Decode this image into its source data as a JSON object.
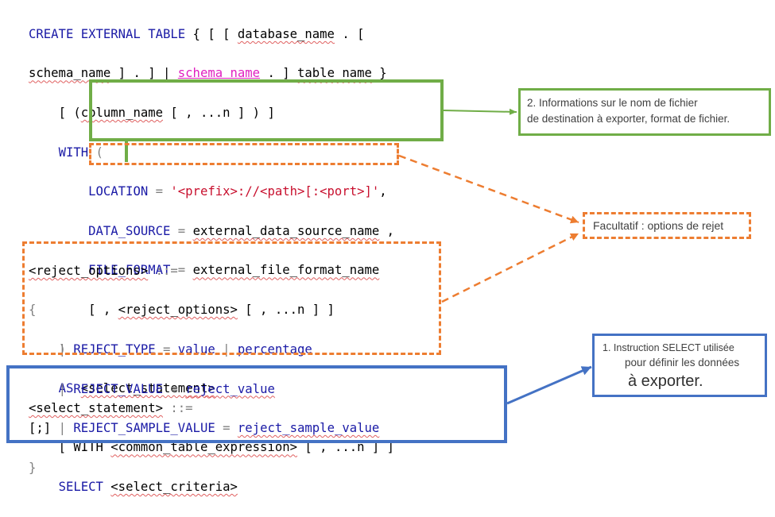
{
  "syntax": {
    "create_external_table": "CREATE EXTERNAL TABLE",
    "brace_open_outer": "{ [ [",
    "database_name": "database_name",
    "dot_bracket": ". [",
    "schema_name_1": "schema_name",
    "dot_close_pipe": "] . ] |",
    "schema_name_2": "schema_name",
    "dot_close": ". ]",
    "table_name": "table_name",
    "brace_close": "}",
    "column_list_open": "[ (",
    "column_name": "column_name",
    "column_list_rest": "[ , ...n ] ) ]",
    "with": "WITH",
    "with_paren": "(",
    "location_kw": "LOCATION",
    "eq": "=",
    "location_value": "'<prefix>://<path>[:<port>]'",
    "comma": ",",
    "data_source_kw": "DATA_SOURCE",
    "data_source_value": "external_data_source_name",
    "file_format_kw": "FILE_FORMAT",
    "file_format_value": "external_file_format_name",
    "reject_open": "[ ,",
    "reject_options_ref": "<reject_options>",
    "reject_rest": "[ , ...n ] ]",
    "close_paren": ")",
    "as_kw": "AS",
    "select_statement_ref": "<select_statement>",
    "terminator": "[;]"
  },
  "reject_block": {
    "header": "<reject_options>",
    "assign": "::=",
    "open": "{",
    "pipe": "|",
    "type_kw": "REJECT_TYPE",
    "type_value": "value",
    "type_value2": "percentage",
    "value_kw": "REJECT_VALUE",
    "value_value": "reject_value",
    "sample_kw": "REJECT_SAMPLE_VALUE",
    "sample_value": "reject_sample_value",
    "close": "}"
  },
  "select_block": {
    "header": "<select_statement>",
    "assign": "::=",
    "with_line_open": "[ WITH",
    "cte": "<common_table_expression>",
    "with_line_rest": "[ , ...n ] ]",
    "select_kw": "SELECT",
    "criteria": "<select_criteria>"
  },
  "annotations": {
    "note2_line1": "2. Informations sur le nom de fichier",
    "note2_line2": "de destination à exporter, format de fichier.",
    "note_optional": "Facultatif : options de rejet",
    "note1_line1": "1. Instruction SELECT utilisée",
    "note1_line2": "pour définir les données",
    "note1_line3": "à exporter."
  },
  "colors": {
    "keyword": "#1a1aa6",
    "string": "#c8102e",
    "magenta": "#e020c0",
    "green_box": "#70ad47",
    "orange_box": "#ed7d31",
    "blue_box": "#4472c4"
  }
}
